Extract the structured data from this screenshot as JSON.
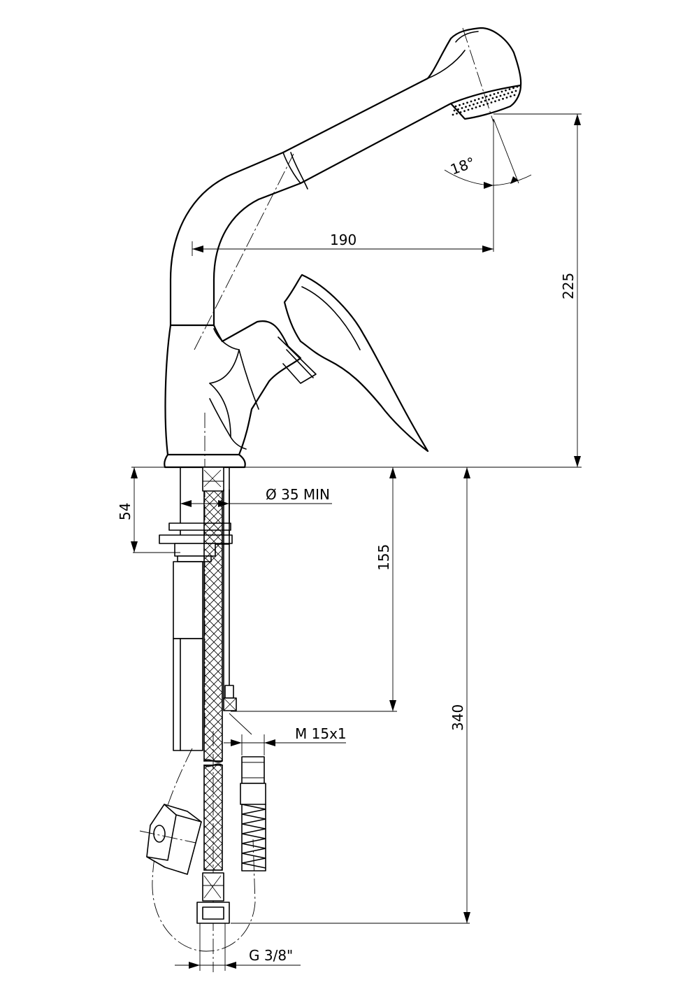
{
  "dimensions": {
    "reach": "190",
    "spout_height": "225",
    "angle": "18°",
    "hole_diameter": "Ø 35 MIN",
    "max_deck_thickness": "54",
    "connection_depth": "155",
    "overall_below_deck": "340",
    "flexible_thread": "M 15x1",
    "supply_thread": "G 3/8\""
  }
}
